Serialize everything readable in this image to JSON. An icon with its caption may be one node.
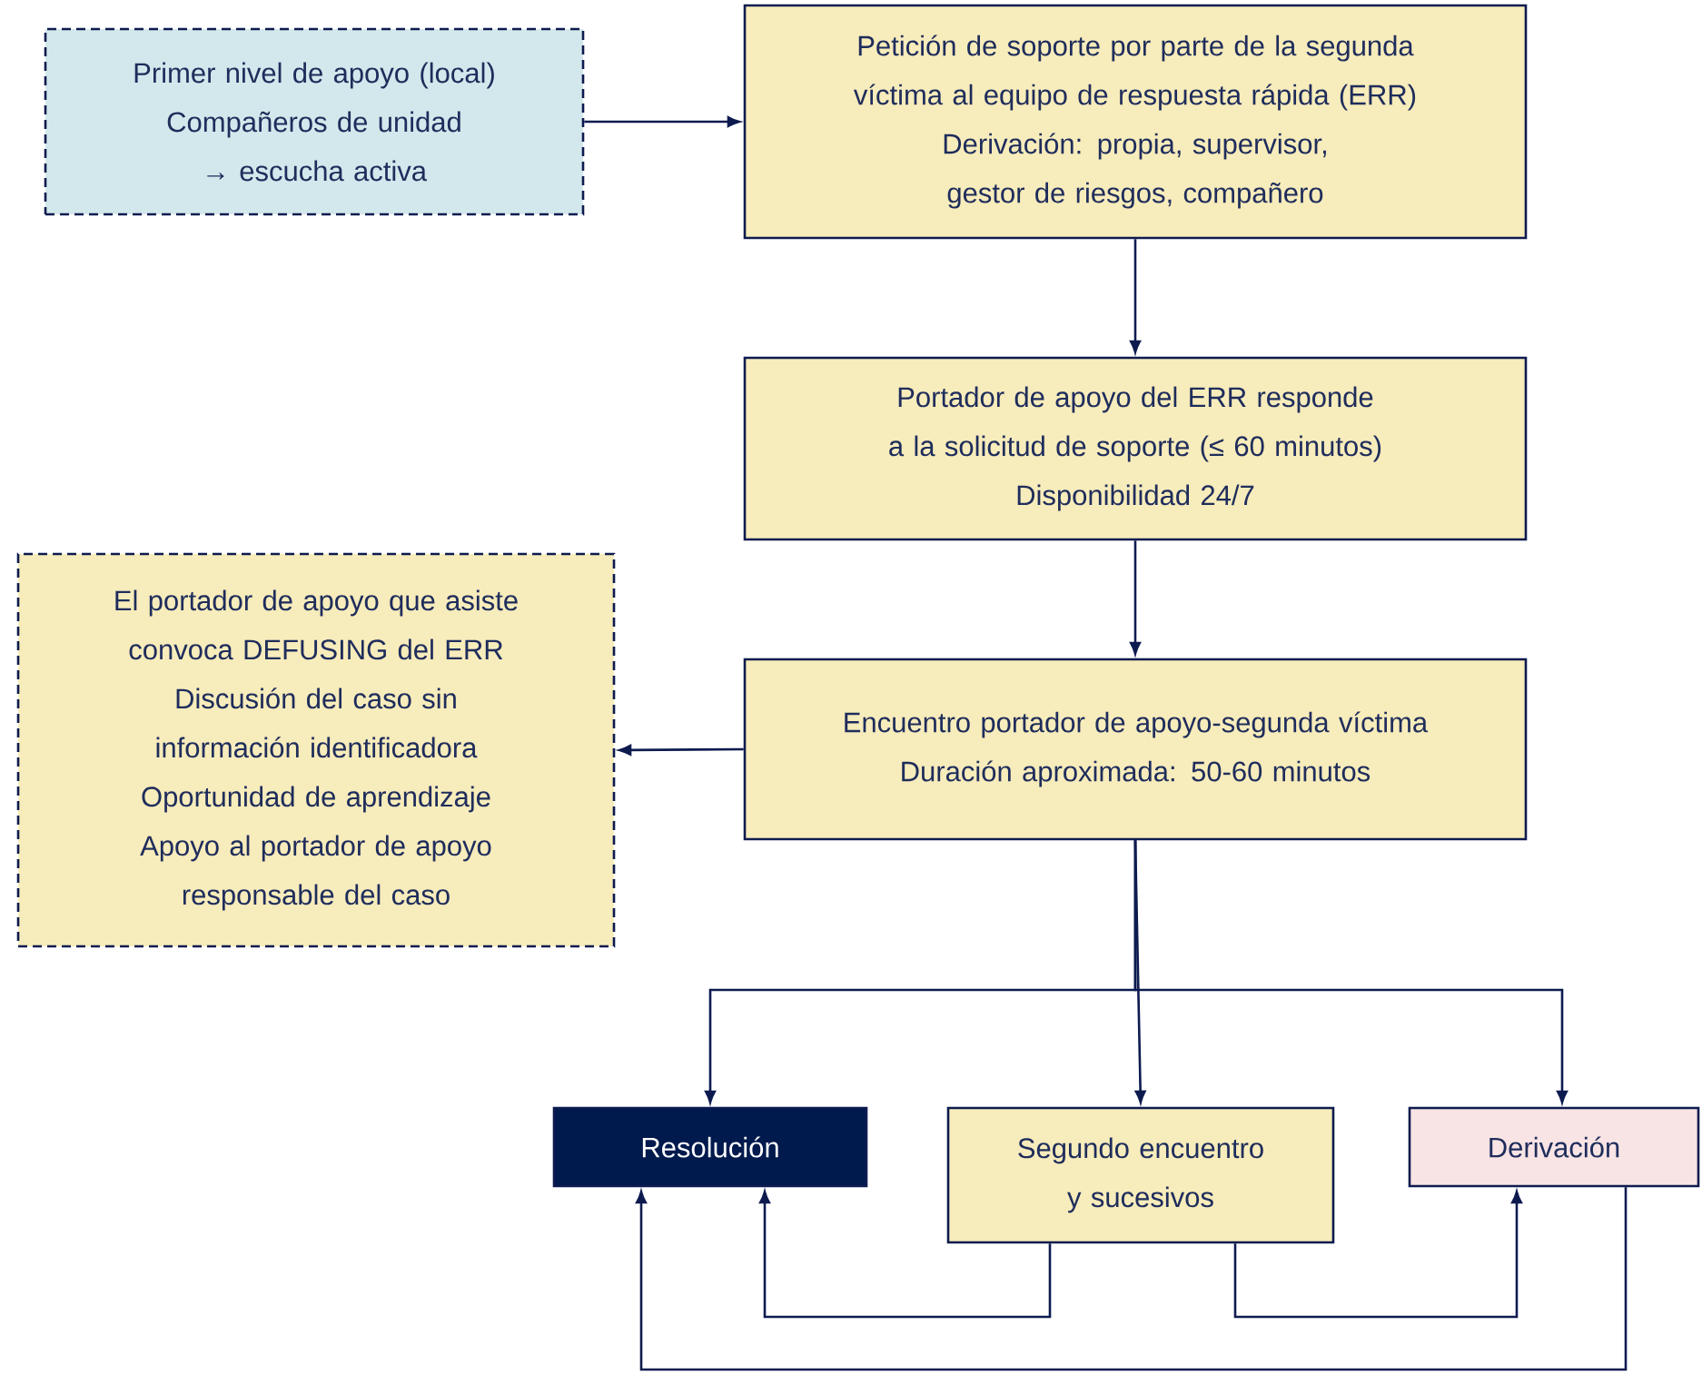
{
  "diagram": {
    "nodes": [
      {
        "text": [
          "Primer nivel de apoyo (local)",
          "Compañeros de unidad → escucha activa"
        ]
      },
      {
        "text": [
          "Petición de soporte por parte de la segunda víctima al equipo de respuesta rápida (ERR)",
          "Derivación: propia, supervisor, gestor de riesgos, compañero"
        ]
      },
      {
        "text": [
          "Portador de apoyo del ERR responde a la solicitud de soporte (≤ 60 minutos)",
          "Disponibilidad 24/7"
        ]
      },
      {
        "text": [
          "El portador de apoyo que asiste convoca DEFUSING del ERR",
          "Discusión del caso sin información identificadora",
          "Oportunidad de aprendizaje",
          "Apoyo al portador de apoyo responsable del caso"
        ]
      },
      {
        "text": [
          "Encuentro portador de apoyo-segunda víctima",
          "Duración aproximada: 50-60 minutos"
        ]
      },
      {
        "text": [
          "Resolución"
        ]
      },
      {
        "text": [
          "Segundo encuentro y sucesivos"
        ]
      },
      {
        "text": [
          "Derivación"
        ]
      }
    ],
    "edges": [
      {
        "from": 0,
        "to": 1,
        "arrow": "to"
      },
      {
        "from": 1,
        "to": 2,
        "arrow": "to"
      },
      {
        "from": 2,
        "to": 4,
        "arrow": "to"
      },
      {
        "from": 4,
        "to": 3,
        "arrow": "to"
      },
      {
        "from": 4,
        "to": 5,
        "arrow": "to"
      },
      {
        "from": 4,
        "to": 6,
        "arrow": "to"
      },
      {
        "from": 4,
        "to": 7,
        "arrow": "to"
      },
      {
        "from": 6,
        "to": 5,
        "arrow": "to"
      },
      {
        "from": 6,
        "to": 7,
        "arrow": "to"
      },
      {
        "from": 7,
        "to": 5,
        "arrow": "to"
      }
    ]
  }
}
